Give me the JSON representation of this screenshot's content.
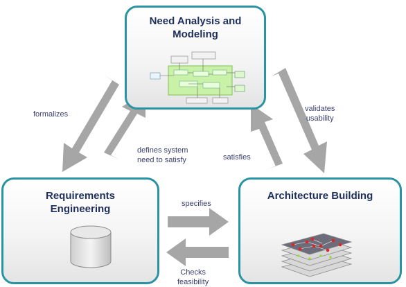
{
  "boxes": {
    "need_analysis": {
      "title_line1": "Need Analysis and",
      "title_line2": "Modeling"
    },
    "requirements": {
      "title_line1": "Requirements",
      "title_line2": "Engineering"
    },
    "architecture": {
      "title": "Architecture Building"
    }
  },
  "arrows": {
    "formalizes": "formalizes",
    "defines_line1": "defines system",
    "defines_line2": "need to satisfy",
    "satisfies": "satisfies",
    "validates_line1": "validates",
    "validates_line2": "usability",
    "specifies": "specifies",
    "checks_line1": "Checks",
    "checks_line2": "feasibility"
  },
  "colors": {
    "box_border": "#2a93a3",
    "arrow": "#a6a6a6",
    "title": "#1f2f5c",
    "label": "#3b3f6e"
  }
}
